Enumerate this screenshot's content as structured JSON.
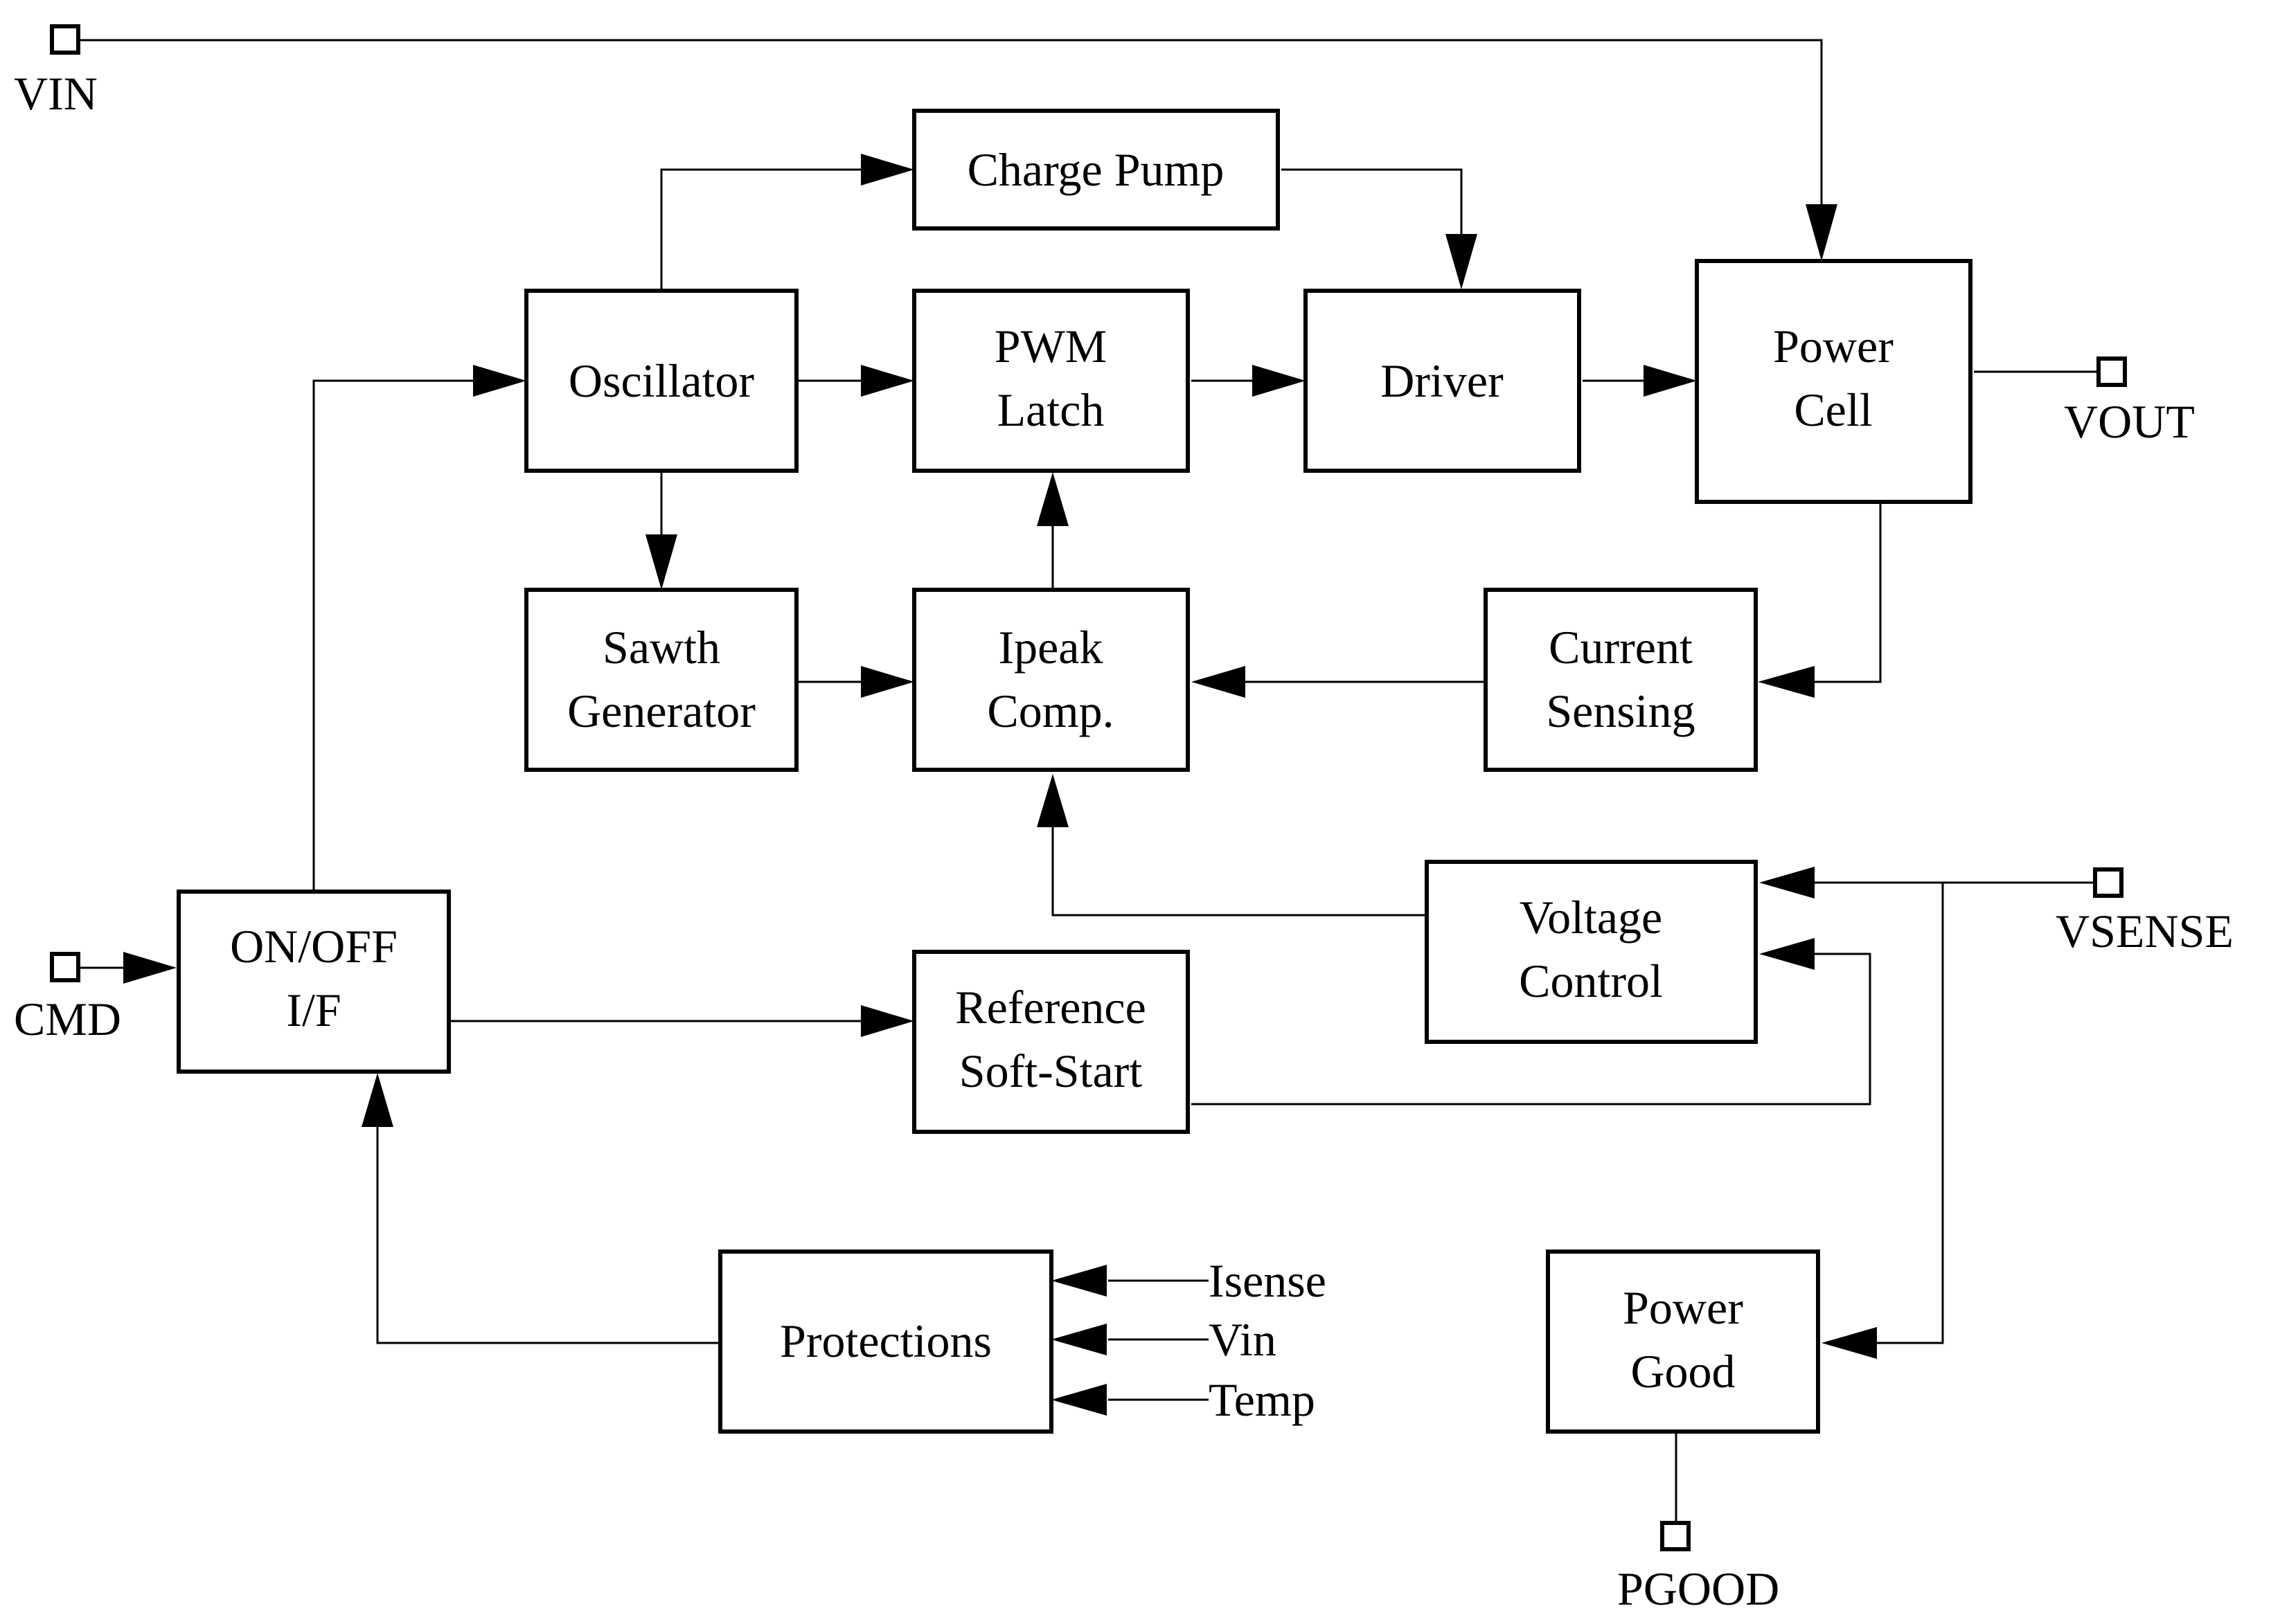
{
  "blocks": {
    "charge_pump": "Charge Pump",
    "oscillator": "Oscillator",
    "pwm_latch": [
      "PWM",
      "Latch"
    ],
    "driver": "Driver",
    "power_cell": [
      "Power",
      "Cell"
    ],
    "sawth_generator": [
      "Sawth",
      "Generator"
    ],
    "ipeak_comp": [
      "Ipeak",
      "Comp."
    ],
    "current_sensing": [
      "Current",
      "Sensing"
    ],
    "voltage_control": [
      "Voltage",
      "Control"
    ],
    "on_off_if": [
      "ON/OFF",
      "I/F"
    ],
    "reference_soft_start": [
      "Reference",
      "Soft-Start"
    ],
    "protections": "Protections",
    "power_good": [
      "Power",
      "Good"
    ]
  },
  "pins": {
    "vin": "VIN",
    "vout": "VOUT",
    "vsense": "VSENSE",
    "cmd": "CMD",
    "pgood": "PGOOD"
  },
  "protection_inputs": {
    "isense": "Isense",
    "vin": "Vin",
    "temp": "Temp"
  }
}
